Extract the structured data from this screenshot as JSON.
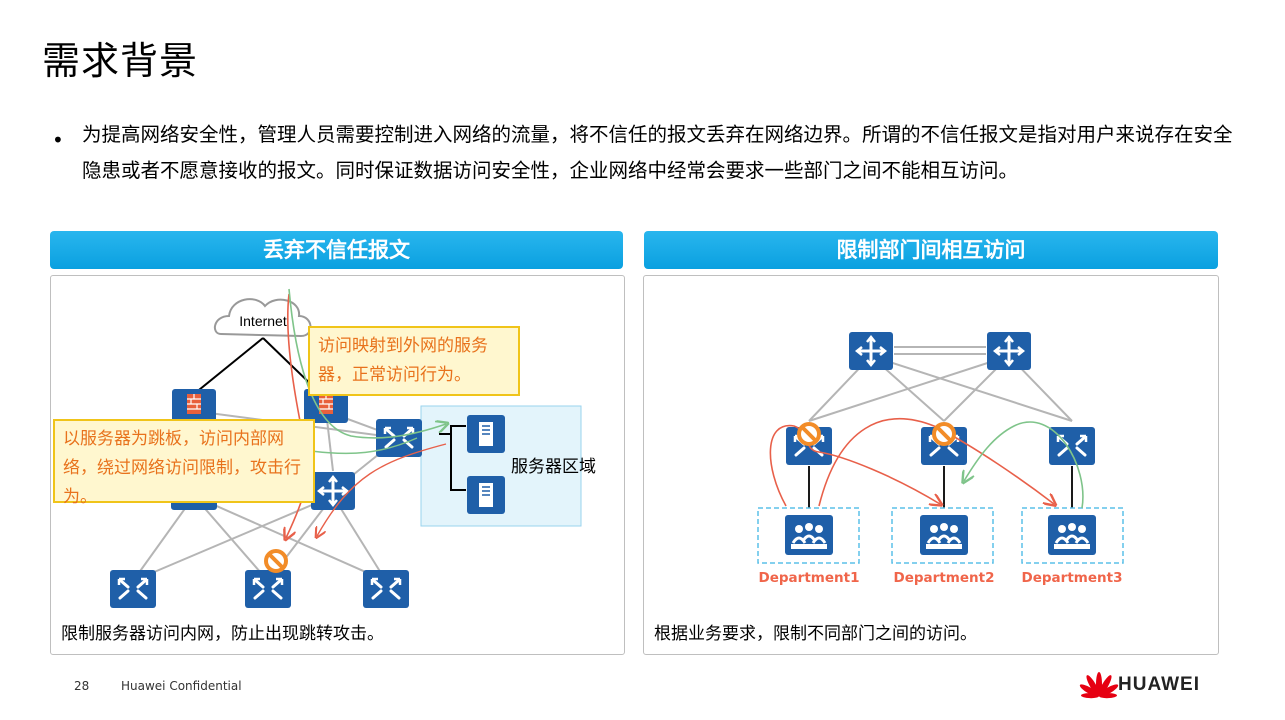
{
  "page": {
    "title": "需求背景",
    "bullet": "•",
    "intro": "为提高网络安全性，管理人员需要控制进入网络的流量，将不信任的报文丢弃在网络边界。所谓的不信任报文是指对用户来说存在安全隐患或者不愿意接收的报文。同时保证数据访问安全性，企业网络中经常会要求一些部门之间不能相互访问。"
  },
  "left_panel": {
    "header": "丢弃不信任报文",
    "internet_label": "Internet",
    "callout_top": "访问映射到外网的服务器，正常访问行为。",
    "callout_left": "以服务器为跳板，访问内部网络，绕过网络访问限制，攻击行为。",
    "server_zone_label": "服务器区域",
    "caption": "限制服务器访问内网，防止出现跳转攻击。"
  },
  "right_panel": {
    "header": "限制部门间相互访问",
    "departments": [
      "Department1",
      "Department2",
      "Department3"
    ],
    "caption": "根据业务要求，限制不同部门之间的访问。"
  },
  "footer": {
    "page_number": "28",
    "confidential": "Huawei Confidential",
    "logo_text": "HUAWEI"
  },
  "colors": {
    "device_blue": "#1f5fa8",
    "header_blue": "#18aae6",
    "forbidden_orange": "#f28c28",
    "arrow_red": "#e8604a",
    "arrow_green": "#7fc48a",
    "server_zone_fill": "#e3f4fb",
    "callout_fill": "#fff7cf",
    "callout_border": "#f0c419",
    "logo_red": "#e60012"
  }
}
